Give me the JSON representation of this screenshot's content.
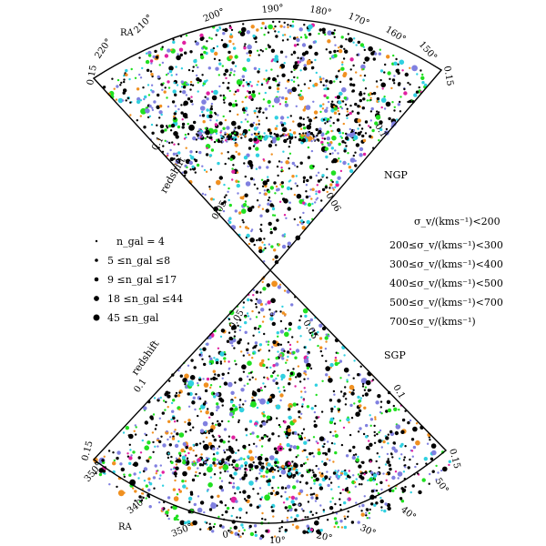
{
  "ngp": {
    "label": "NGP",
    "axis_label": "RA",
    "ra_ticks": [
      "220°",
      "210°",
      "200°",
      "190°",
      "180°",
      "170°",
      "160°",
      "150°"
    ],
    "redshift_label": "redshift",
    "left_z_ticks": [
      "0.15",
      "0.1",
      "0.05"
    ],
    "right_z_ticks": [
      "0.15",
      "0.1",
      "0.06"
    ]
  },
  "sgp": {
    "label": "SGP",
    "axis_label": "RA",
    "ra_ticks": [
      "350°",
      "340°",
      "350°",
      "0°",
      "10°",
      "20°",
      "30°",
      "40°",
      "50°"
    ],
    "redshift_label": "redshift",
    "left_z_ticks": [
      "0.05",
      "0.1",
      "0.15"
    ],
    "right_z_ticks": [
      "0.05",
      "0.1",
      "0.15"
    ]
  },
  "size_legend": [
    "n_gal = 4",
    "5 ≤n_gal ≤8",
    "9 ≤n_gal ≤17",
    "18 ≤n_gal ≤44",
    "45 ≤n_gal"
  ],
  "color_legend": [
    {
      "label": "σ_v/(kms⁻¹)<200",
      "color": "#000000"
    },
    {
      "label": "200≤σ_v/(kms⁻¹)<300",
      "color": "#8080e0"
    },
    {
      "label": "300≤σ_v/(kms⁻¹)<400",
      "color": "#30d0e0"
    },
    {
      "label": "400≤σ_v/(kms⁻¹)<500",
      "color": "#20e020"
    },
    {
      "label": "500≤σ_v/(kms⁻¹)<700",
      "color": "#f09020"
    },
    {
      "label": "700≤σ_v/(kms⁻¹)",
      "color": "#e020a0"
    }
  ]
}
